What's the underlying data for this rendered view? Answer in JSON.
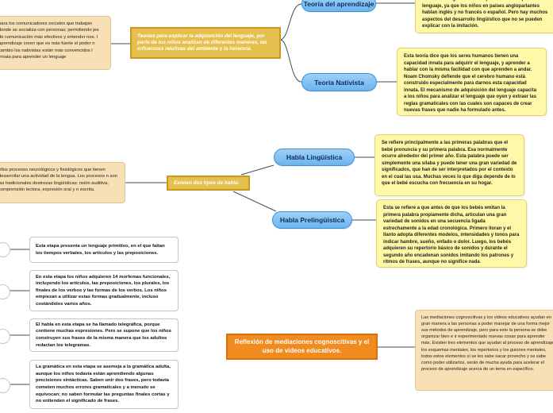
{
  "center_topic": "Existen dos tipos de habla:",
  "left_notes": {
    "top": "para los comunicadores sociales que trabajan donde se socializa con personas; permitiendo jes de comunicación más efectivos y entender nos. l aprendizaje creen que es más fuerte el poder n cambio los nativistas están más convencidos l innata para aprender un lenguaje",
    "middle": "ellos procesos neurológicos y fisiológicos que tienen desarrollar una actividad de la lengua. Los procesos n son las tradicionales destrezas lingüísticas: nsión auditiva, comprensión lectora, expresión oral y n escrita."
  },
  "theories_topic": "Teorías para explicar la adquisición del lenguaje, por parte de los niños analizan de diferentes maneras, las influencias relativas del ambiente y la herencia.",
  "theories": [
    {
      "label": "Teoría del aprendizaje",
      "note": "claramente alguno de los aspectos de la adquisición del lenguaje, ya que los niños en países angloparlantes hablan inglés y no francés o español. Pero hay muchos aspectos del desarrollo lingüístico que no se pueden explicar con la imitación."
    },
    {
      "label": "Teoría Nativista",
      "note": "Esta teoría dice que los seres humanos tienen una capacidad innata para adquirir el lenguaje, y aprender a hablar con la misma facilidad con que aprenden a andar. Noam Chomsky defiende que el cerebro humano está construido especialmente para darnos esta capacidad innata. El mecanismo de adquisición del lenguaje capacita a los niños para analizar el lenguaje que oyen y extraer las reglas gramaticales con las cuales son capaces de crear nuevas frases que nadie ha formulado antes."
    }
  ],
  "speech_types": [
    {
      "label": "Habla Lingüística",
      "note": "Se refiere principalmente a las primeras palabras que el bebé pronuncia y su primera palabra. Esa normalmente ocurre alrededor del primer año. Esta palabra puede ser simplemente una sílaba y puede tener una gran variedad de significados, que han de ser interpretados por el contexto en el cual las usa. Muchas veces lo que diga depende de lo que el bebé escucha con frecuencia en su hogar."
    },
    {
      "label": "Habla Prelingüística",
      "note": "Esta se refiere a que antes de que los bebés emitan la primera palabra propiamente dicha, articulan una gran variedad de sonidos en una secuencia ligada estrechamente a la edad cronológica. Primero lloran y el llanto adopta diferentes modelos, intensidades y tonos para indicar hambre, sueño, enfado o dolor. Luego, los bebés adquieren su repertorio básico de sonidos y durante el segundo año encadenan sonidos imitando los patrones y ritmos de frases, aunque no significe nada"
    }
  ],
  "stages": [
    "Esta etapa presenta un lenguaje primitivo, en el que faltan los tiempos verbales, los artículos y las preposiciones.",
    "En esta etapa los niños adquieren 14 morfemas funcionales, incluyendo los artículos, las preposiciones, los plurales, los finales de los verbos y las formas de los verbos. Los niños empiezan a utilizar estas formas gradualmente, incluso costándoles varios años.",
    "El habla en esta etapa se ha llamado telegráfica, porque contiene muchas expresiones. Pero se supone que los niños construyen sus frases de la misma manera que los adultos redactan los telegramas.",
    "La gramática en esta etapa se asemeja a la gramática adulta, aunque los niños todavía están aprendiendo algunas precisiones sintácticas. Saben unir dos frases, pero todavía cometen muchos errores gramaticales y a menudo se equivocan; no saben formular las preguntas finales cortas y no entienden el significado de frases."
  ],
  "reflection": {
    "label": "Reflexión de mediaciones cognoscitivas y el uso de videos educativos.",
    "note": "Las mediaciones cognoscitivas y los videos educativos ayudan en gran manera a las personas a poder manejar de una forma mejor sus métodos de aprendizaje, pero para esto la persona se debe organizar bien e ir experimentado nuevas cosas para aprender más. Existen tres elementos que ayudan al proceso de aprendizaje: los esquemas mentales, los repertorios y los guiones mentales, todos estos elementos sí se les sabe sacar provecho y se sabe como poder utilizarlos, serán de mucha ayuda para acelerar el proceso de aprendizaje acerca de un tema en específico."
  },
  "colors": {
    "connector": "#3d4f5e",
    "blue_topic": "#6ab4ef",
    "gold_topic": "#e6c04f",
    "orange_topic": "#f18a1f",
    "yellow_note": "#fff8a8",
    "tan_note": "#f7dfb6"
  }
}
